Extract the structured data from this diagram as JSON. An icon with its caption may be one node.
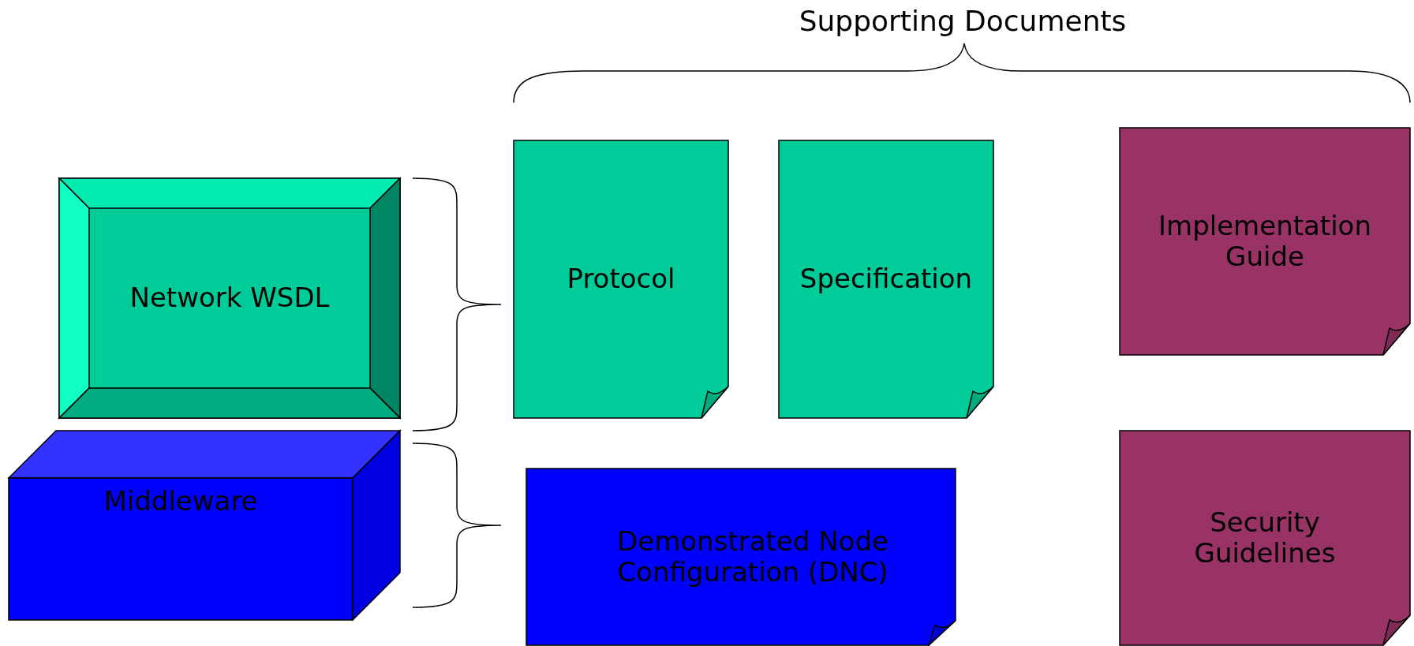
{
  "diagram": {
    "title": "Supporting Documents",
    "nodes": [
      {
        "text": [
          "Network WSDL"
        ]
      },
      {
        "text": [
          "Middleware"
        ]
      },
      {
        "text": [
          "Protocol"
        ]
      },
      {
        "text": [
          "Specification"
        ]
      },
      {
        "text": [
          "Implementation Guide"
        ]
      },
      {
        "text": [
          "Demonstrated Node Configuration (DNC)"
        ]
      },
      {
        "text": [
          "Security Guidelines"
        ]
      }
    ]
  }
}
